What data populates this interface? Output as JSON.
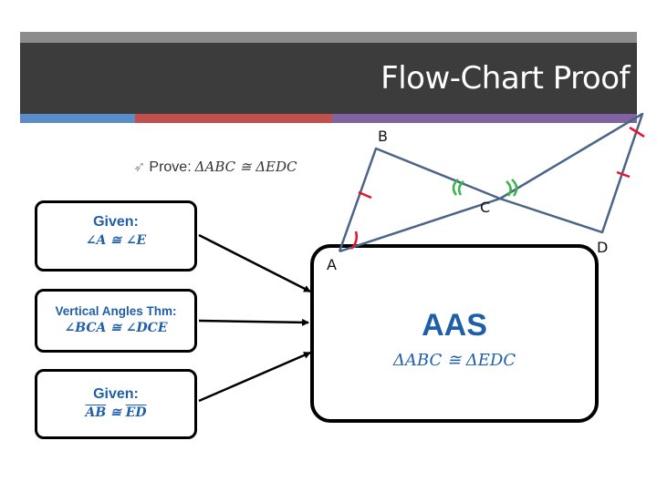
{
  "header": {
    "title": "Flow-Chart Proof"
  },
  "prove": {
    "label": "Prove:",
    "statement": "ΔABC ≅ ΔEDC"
  },
  "boxes": [
    {
      "label": "Given:",
      "expr": "∠A ≅ ∠E"
    },
    {
      "label": "Vertical Angles Thm:",
      "expr": "∠BCA ≅ ∠DCE"
    },
    {
      "label": "Given:",
      "expr_a": "AB",
      "expr_op": " ≅ ",
      "expr_b": "ED"
    }
  ],
  "conclusion": {
    "label": "AAS",
    "statement": "ΔABC ≅ ΔEDC"
  },
  "diagram": {
    "points": {
      "a": "A",
      "b": "B",
      "c": "C",
      "d": "D"
    }
  },
  "colors": {
    "header": "#3c3c3c",
    "accent_blue": "#1f5fa8",
    "bar_blue": "#5b8ec9",
    "bar_red": "#c0504d",
    "bar_purple": "#8064a2",
    "mark_red": "#e8132b",
    "mark_green": "#3ab54a",
    "line": "#4a6487"
  }
}
